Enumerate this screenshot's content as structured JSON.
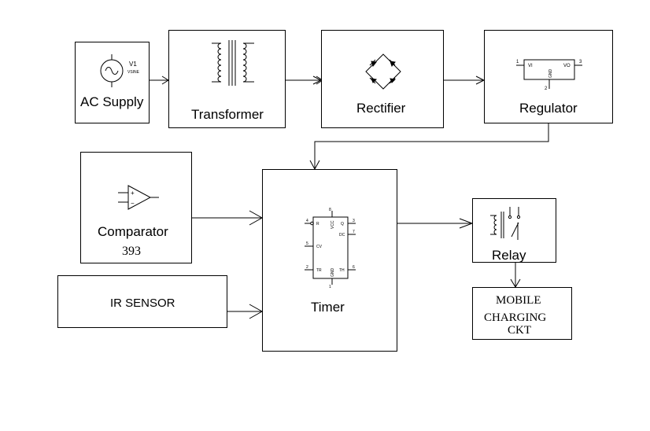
{
  "blocks": {
    "ac_supply": {
      "label": "AC Supply",
      "source_ref": "V1",
      "source_type": "VSINE"
    },
    "transformer": {
      "label": "Transformer"
    },
    "rectifier": {
      "label": "Rectifier"
    },
    "regulator": {
      "label": "Regulator",
      "pin_in": "1",
      "pin_out": "3",
      "pin_gnd": "2",
      "vi": "VI",
      "vo": "VO",
      "gnd": "GND"
    },
    "comparator": {
      "label": "Comparator",
      "part": "393",
      "plus": "+",
      "minus": "−"
    },
    "ir_sensor": {
      "label": "IR SENSOR"
    },
    "timer": {
      "label": "Timer",
      "pins": {
        "r_num": "4",
        "r": "R",
        "vcc_num": "8",
        "vcc": "VCC",
        "q_num": "3",
        "q": "Q",
        "dc_num": "7",
        "dc": "DC",
        "cv_num": "5",
        "cv": "CV",
        "tr_num": "2",
        "tr": "TR",
        "gnd_num": "1",
        "gnd": "GND",
        "th_num": "6",
        "th": "TH"
      }
    },
    "relay": {
      "label": "Relay"
    },
    "mobile": {
      "line1": "MOBILE",
      "line2": "CHARGING",
      "line3": "CKT"
    }
  }
}
